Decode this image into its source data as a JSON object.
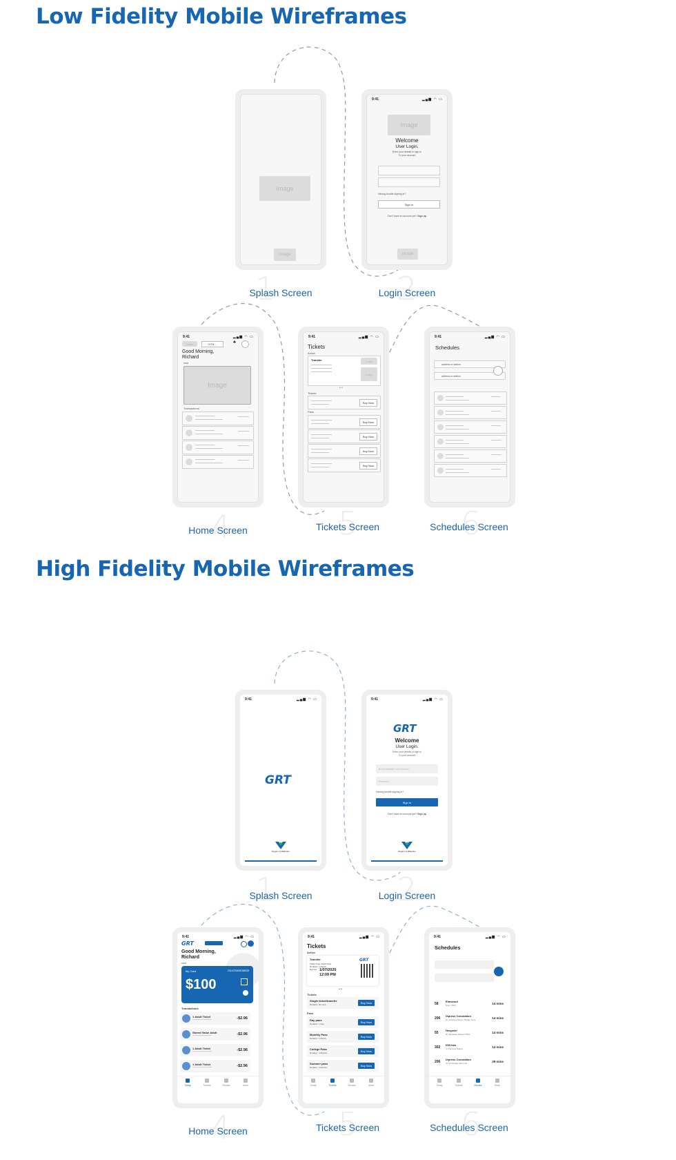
{
  "sections": {
    "low_title": "Low Fidelity Mobile Wireframes",
    "high_title": "High Fidelity Mobile Wireframes"
  },
  "labels": {
    "splash": "Splash Screen",
    "login": "Login Screen",
    "home": "Home Screen",
    "tickets": "Tickets Screen",
    "schedules": "Schedules Screen"
  },
  "numbers": [
    "1",
    "2",
    "4",
    "5",
    "6"
  ],
  "common": {
    "time": "9:41",
    "signal": "▂▄▆ ◠ ▭"
  },
  "low": {
    "image": "Image",
    "login": {
      "welcome": "Welcome",
      "user_login": "User Login.",
      "hint1": "Enter your details to sign in",
      "hint2": "To your account",
      "trouble": "Having trouble signing in?",
      "sign_in": "Sign in",
      "no_account": "Don't have an account yet? ",
      "sign_up": "Sign up"
    },
    "home": {
      "greeting": "Good Morning,",
      "name": "Richard",
      "card": "card",
      "transactions": "Transactions",
      "chip": "CITA ..."
    },
    "tickets": {
      "title": "Tickets",
      "active": "Active",
      "transfer": "Transfer",
      "tickets": "Tickets",
      "pass": "Pass",
      "buy_now": "Buy Now"
    },
    "schedules": {
      "title": "Schedules",
      "address1": "address or station",
      "address2": "address or station"
    }
  },
  "high": {
    "brand": "GRT",
    "region": "Region of Waterloo",
    "login": {
      "welcome": "Welcome",
      "user_login": "User Login.",
      "hint1": "Enter your details to sign in",
      "hint2": "To your account",
      "email": "Email address/ card number",
      "password": "Password",
      "trouble": "Having trouble signing in?",
      "sign_in": "Sign In",
      "no_account": "Don't have an account yet? ",
      "sign_up": "Sign up"
    },
    "home": {
      "greeting": "Good Morning,",
      "name": "Richard",
      "card_label": "card",
      "my_card": "My Card",
      "card_number": "2314376498788928",
      "balance": "$100",
      "transactions_label": "Transactions",
      "transactions": [
        {
          "title": "1 Adult Ticket",
          "amount": "-$2.96"
        },
        {
          "title": "Stored Value Adult",
          "amount": "-$2.96"
        },
        {
          "title": "1 Adult Ticket",
          "amount": "-$2.96"
        },
        {
          "title": "1 Adult Ticket",
          "amount": "-$2.96"
        }
      ],
      "tabs": [
        "Today",
        "Tickets",
        "Routes",
        "More"
      ]
    },
    "tickets": {
      "title": "Tickets",
      "active": "Active",
      "transfer": "Transfer",
      "ticket_type": "Ticket Type: Adult Pass",
      "duration": "Duration: 1 Month",
      "expires": "Expires:",
      "date": "1/07/2020",
      "time": "12:09 PM",
      "tickets_label": "Tickets",
      "pass_label": "Pass",
      "items": [
        {
          "title": "Single ticket/transfer",
          "sub": "Duration: 90 mins"
        },
        {
          "title": "Day pass",
          "sub": "Duration: 1 Day"
        },
        {
          "title": "Monthly Pass",
          "sub": "Duration: 1 Month"
        },
        {
          "title": "College Pass",
          "sub": "Duration: 4 Months"
        },
        {
          "title": "Summer pass",
          "sub": "Duration: 4 Months"
        }
      ],
      "buy_now": "Buy Now",
      "tabs": [
        "Today",
        "Tickets",
        "Routes",
        "More"
      ]
    },
    "schedules": {
      "title": "Schedules",
      "routes": [
        {
          "num": "58",
          "name": "Elmwood",
          "stop": "Stop: 1516",
          "mins": "14 mins"
        },
        {
          "num": "206",
          "name": "iXpress Coronation",
          "stop": "St. Andrews Street / Bridge Lane",
          "mins": "14 mins"
        },
        {
          "num": "55",
          "name": "Hespeler",
          "stop": "Dr. Elizabeth Pattison Blvd.",
          "mins": "14 mins"
        },
        {
          "num": "302",
          "name": "ION bus",
          "stop": "To Fairview Station",
          "mins": "14 mins"
        },
        {
          "num": "206",
          "name": "iXpress Coronation",
          "stop": "To Cambridge Terminal",
          "mins": "29 mins"
        }
      ],
      "tabs": [
        "Today",
        "Tickets",
        "Routes",
        "More"
      ]
    }
  },
  "colors": {
    "accent": "#1766b2",
    "label": "#1b64a8",
    "dashed_low": "#9a9a9a",
    "dashed_high": "#8eb1d6"
  }
}
